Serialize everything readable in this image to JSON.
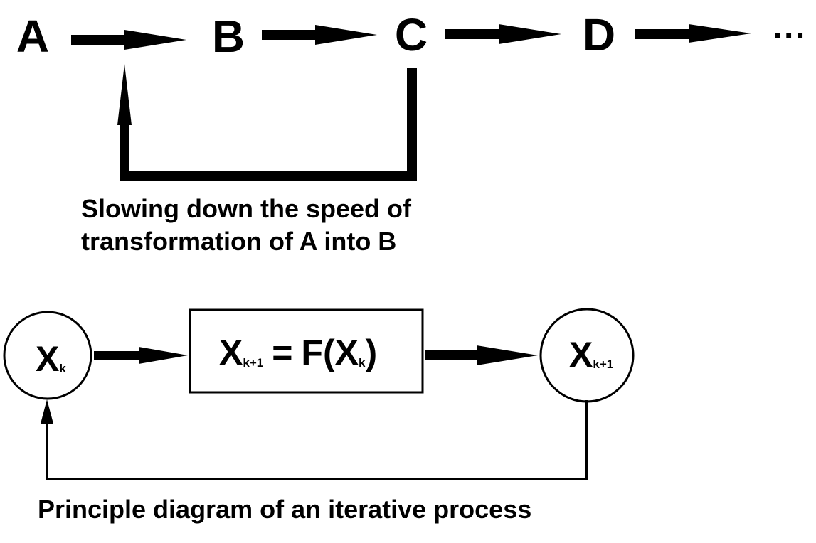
{
  "chain": {
    "nodes": [
      "A",
      "B",
      "C",
      "D"
    ],
    "ellipsis": "···",
    "feedback_caption": {
      "line1": "Slowing down the speed of",
      "line2": "transformation of A into B"
    }
  },
  "iteration": {
    "input_node": {
      "var": "X",
      "sub": "k"
    },
    "function_box": {
      "lhs_var": "X",
      "lhs_sub": "k+1",
      "equals": "=",
      "func": "F(",
      "arg_var": "X",
      "arg_sub": "k",
      "close": ")"
    },
    "output_node": {
      "var": "X",
      "sub": "k+1"
    },
    "caption": "Principle diagram of an iterative process"
  },
  "colors": {
    "ink": "#000000",
    "background": "#ffffff"
  }
}
